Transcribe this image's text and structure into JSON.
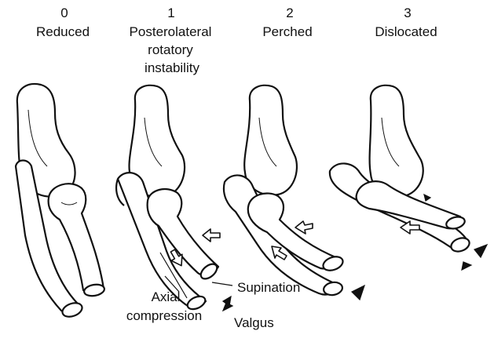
{
  "stages": [
    {
      "number": "0",
      "lines": [
        "Reduced"
      ]
    },
    {
      "number": "1",
      "lines": [
        "Posterolateral",
        "rotatory",
        "instability"
      ]
    },
    {
      "number": "2",
      "lines": [
        "Perched"
      ]
    },
    {
      "number": "3",
      "lines": [
        "Dislocated"
      ]
    }
  ],
  "annotations": {
    "axial_line1": "Axial",
    "axial_line2": "compression",
    "supination": "Supination",
    "valgus": "Valgus"
  }
}
